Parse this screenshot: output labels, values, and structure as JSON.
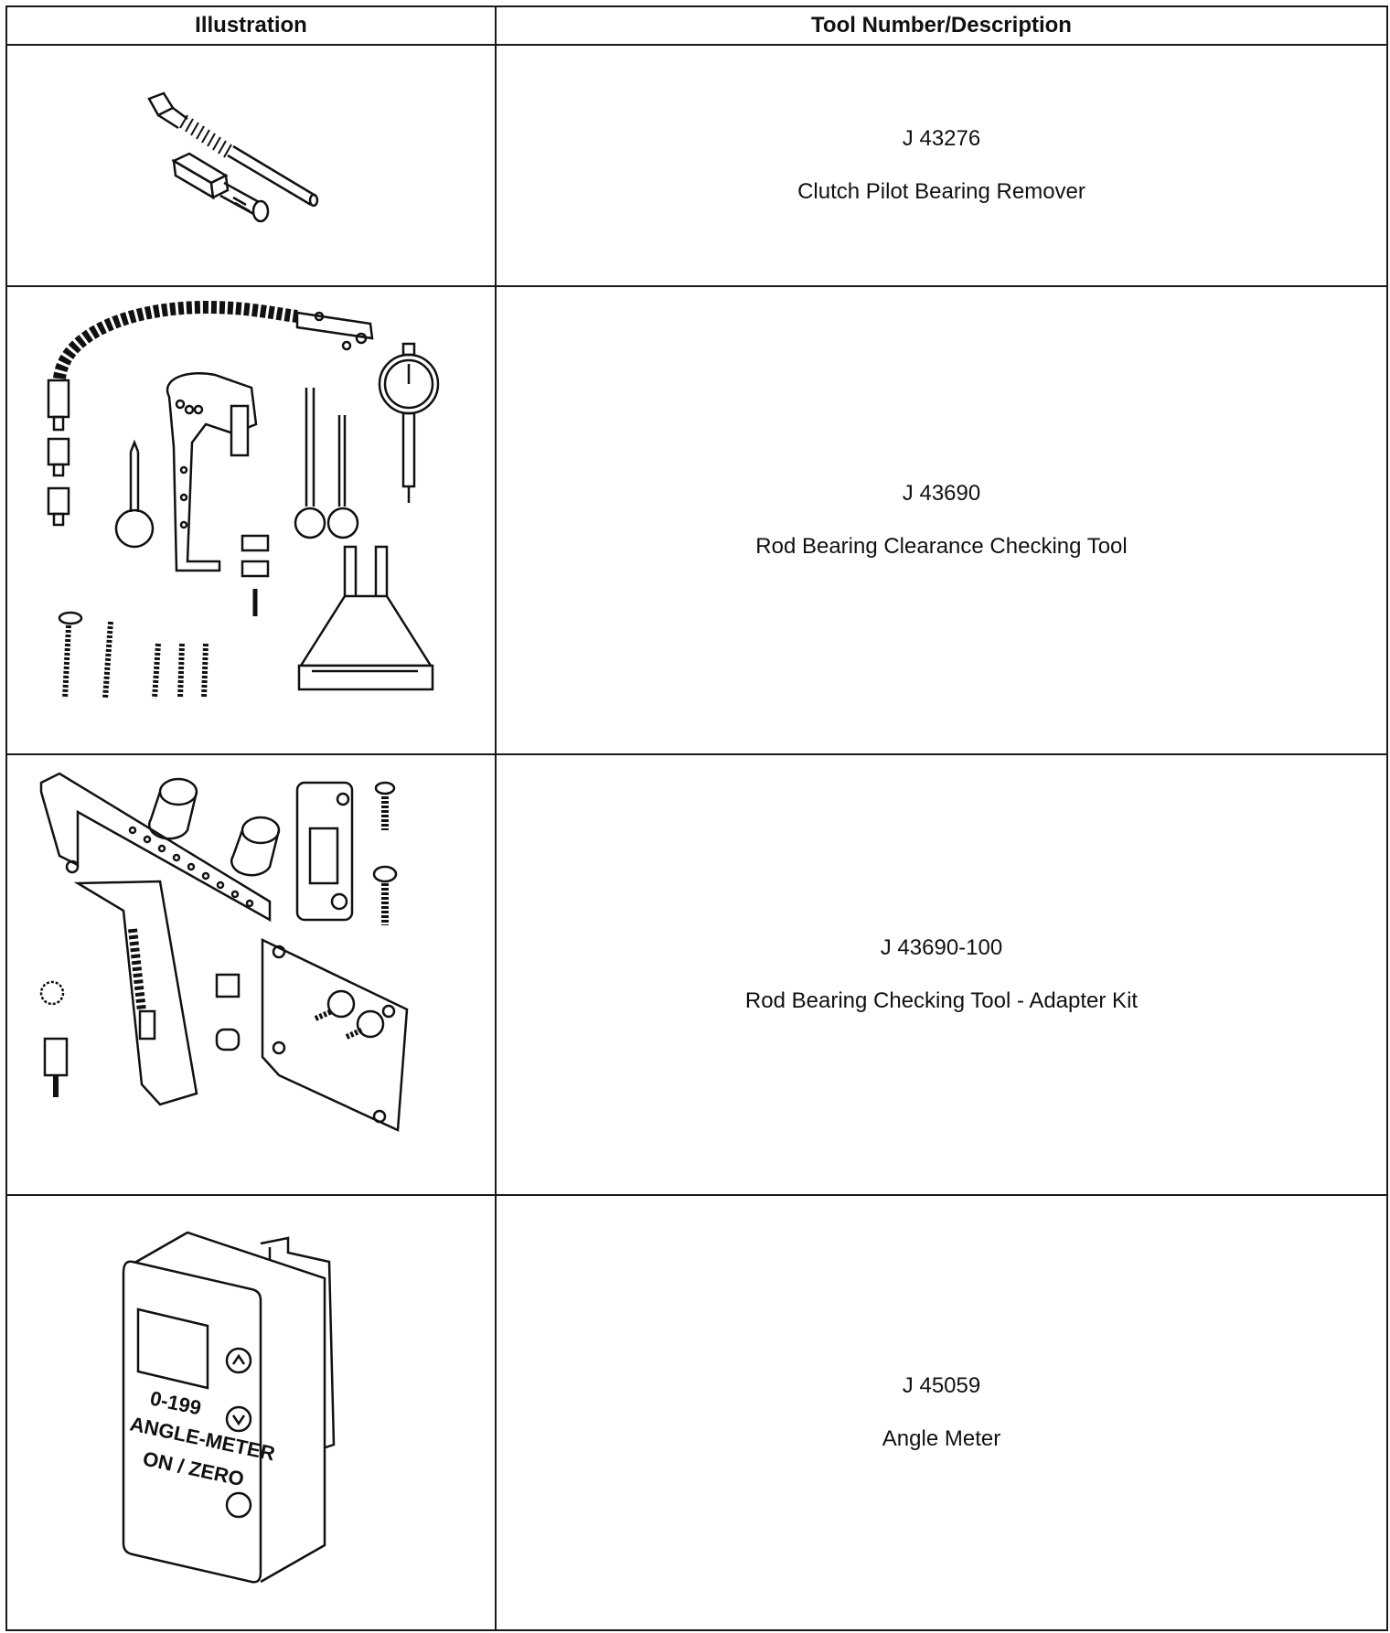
{
  "table": {
    "headers": {
      "illustration": "Illustration",
      "description": "Tool Number/Description"
    },
    "rows": [
      {
        "number": "J 43276",
        "description": "Clutch Pilot Bearing Remover",
        "icon": "pilot-bearing-remover-illustration"
      },
      {
        "number": "J 43690",
        "description": "Rod Bearing Clearance Checking Tool",
        "icon": "rod-bearing-checking-tool-illustration"
      },
      {
        "number": "J 43690-100",
        "description": "Rod Bearing Checking Tool - Adapter Kit",
        "icon": "adapter-kit-illustration"
      },
      {
        "number": "J 45059",
        "description": "Angle Meter",
        "icon": "angle-meter-illustration"
      }
    ]
  },
  "angle_meter": {
    "range": "0-199",
    "label": "ANGLE-METER",
    "on_zero": "ON / ZERO"
  }
}
